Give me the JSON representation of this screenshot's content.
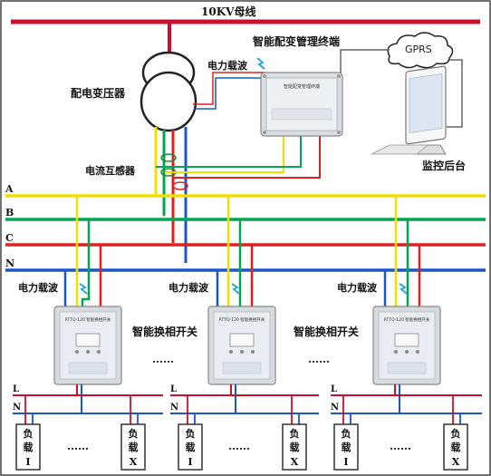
{
  "busbar": {
    "label": "10KV母线",
    "color": "#c8102e"
  },
  "transformer": {
    "label": "配电变压器"
  },
  "terminal": {
    "label": "智能配变管理终端",
    "panel_text": "智能配变管理终端",
    "panel_sub": ""
  },
  "cloud": {
    "label": "GPRS"
  },
  "monitor": {
    "label": "监控后台"
  },
  "carrier_label": "电力载波",
  "ct_label": "电流互感器",
  "phases": [
    {
      "name": "A",
      "color": "#f0e000"
    },
    {
      "name": "B",
      "color": "#00a651"
    },
    {
      "name": "C",
      "color": "#e0201e"
    },
    {
      "name": "N",
      "color": "#1a56c9"
    }
  ],
  "switch_label": "智能换相开关",
  "switch_panel_text": "RTTQ-120 智能换相开关",
  "ellipsis": "……",
  "branch_lines": {
    "L": "L",
    "N": "N"
  },
  "loads": {
    "top": "负",
    "mid": "载",
    "first_id": "I",
    "last_id": "X",
    "dots": "……"
  },
  "colors": {
    "wire_gray": "#8a8a8a",
    "border": "#333333"
  }
}
